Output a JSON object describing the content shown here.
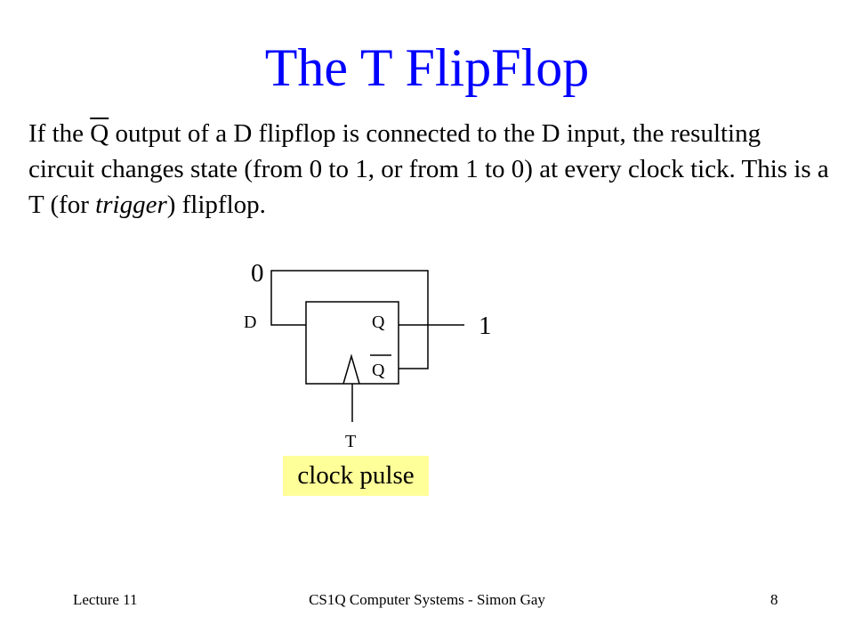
{
  "slide": {
    "title": "The T FlipFlop",
    "body": {
      "part1": "If the ",
      "qbar": "Q",
      "part2": " output of a D flipflop is connected to the D input, the resulting circuit changes state (from 0 to 1, or from 1 to 0) at every clock tick. This is a T (for ",
      "emphasis": "trigger",
      "part3": ") flipflop."
    }
  },
  "circuit": {
    "feedback_value": "0",
    "output_value": "1",
    "input_d": "D",
    "output_q": "Q",
    "output_qbar": "Q",
    "clock_input": "T",
    "clock_label": "clock pulse",
    "clock_highlight_color": "#ffff99"
  },
  "footer": {
    "lecture": "Lecture 11",
    "course": "CS1Q Computer Systems - Simon Gay",
    "page": "8"
  },
  "colors": {
    "title": "#0000ff",
    "text": "#000000"
  }
}
